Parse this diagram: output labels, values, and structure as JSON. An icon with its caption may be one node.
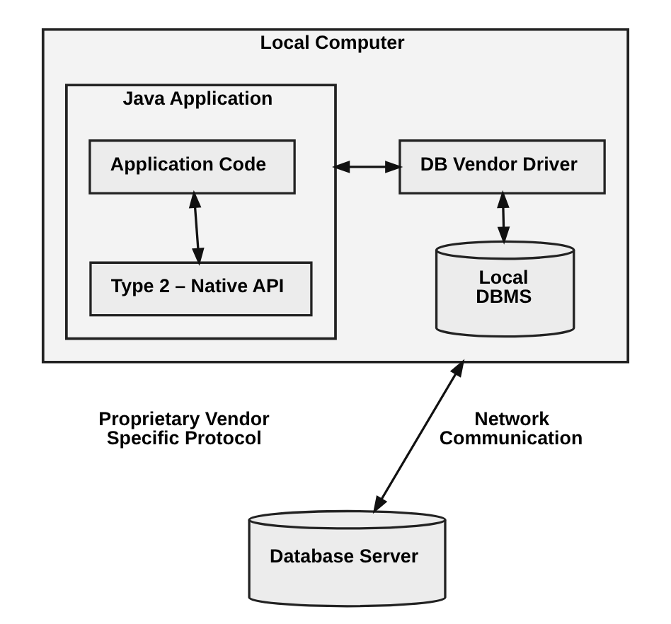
{
  "diagram": {
    "nodes": [
      {
        "text": [
          "Local Computer"
        ]
      },
      {
        "text": [
          "Java Application"
        ],
        "in": 0
      },
      {
        "text": [
          "Application Code"
        ],
        "in": 1
      },
      {
        "text": [
          "Type 2 – Native API"
        ],
        "in": 1
      },
      {
        "text": [
          "DB Vendor Driver"
        ],
        "in": 0
      },
      {
        "text": [
          "Local DBMS"
        ],
        "in": 0
      },
      {
        "text": [
          "Database Server"
        ]
      }
    ],
    "edges": [
      {
        "from": 1,
        "to": 4,
        "arrow": "both"
      },
      {
        "from": 2,
        "to": 3,
        "arrow": "both"
      },
      {
        "from": 4,
        "to": 5,
        "arrow": "both"
      },
      {
        "from": 0,
        "to": 6,
        "arrow": "both",
        "label": "Network Communication"
      }
    ],
    "labels": [
      "Proprietary Vendor Specific Protocol"
    ]
  }
}
